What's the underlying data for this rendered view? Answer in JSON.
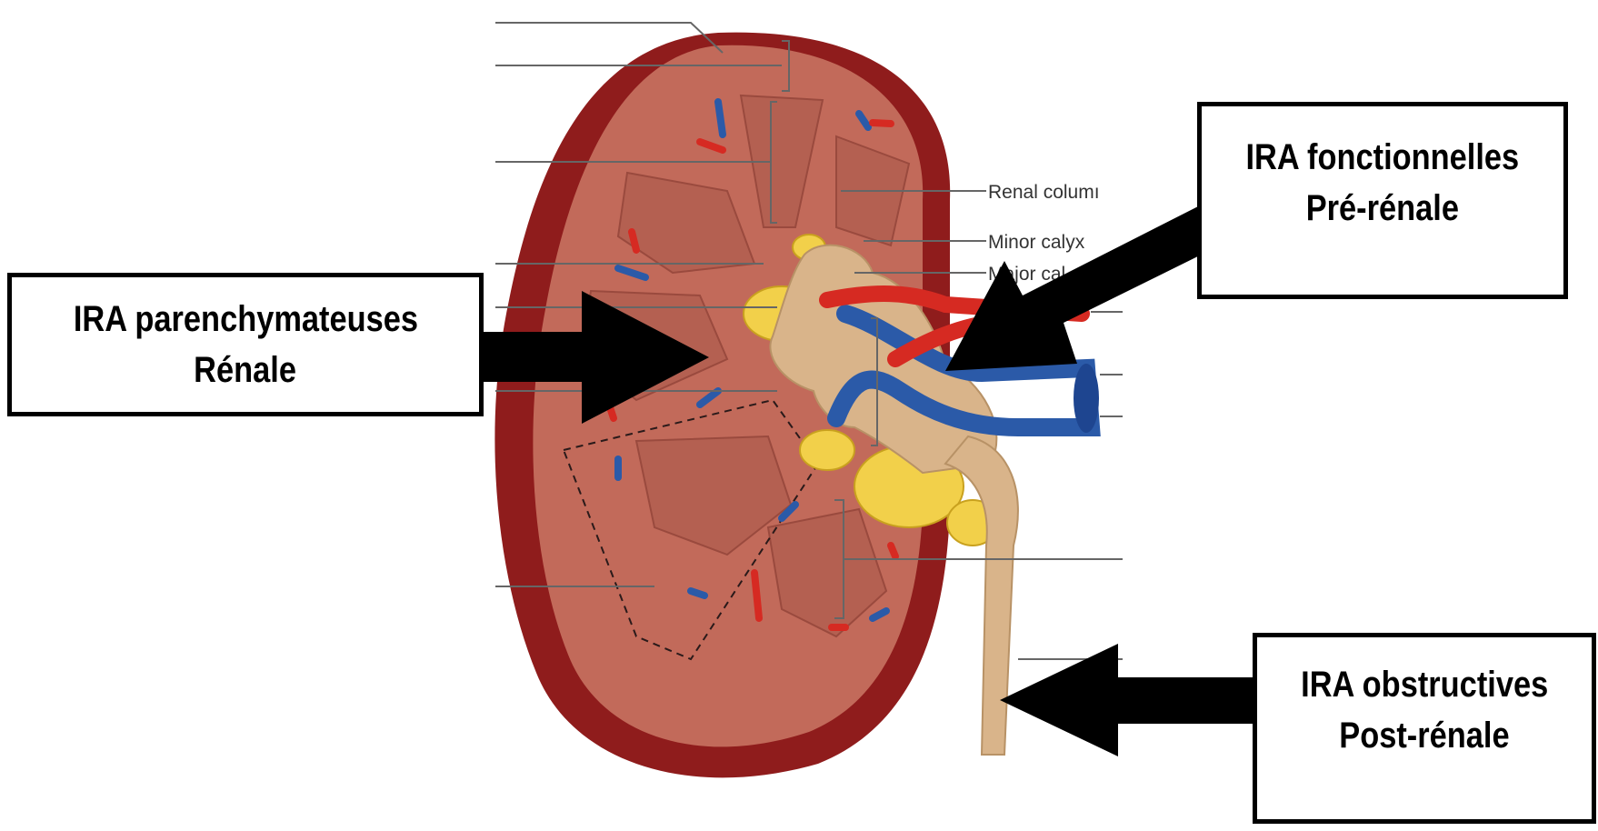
{
  "callouts": {
    "renal": {
      "line1": "IRA parenchymateuses",
      "line2": "Rénale"
    },
    "prerenal": {
      "line1": "IRA fonctionnelles",
      "line2": "Pré-rénale"
    },
    "postrenal": {
      "line1": "IRA obstructives",
      "line2": "Post-rénale"
    }
  },
  "anatomy_labels": {
    "renal_column": "Renal columı",
    "minor_calyx": "Minor calyx",
    "major_calyx": "Major cal"
  },
  "colors": {
    "capsule": "#8f1c1c",
    "cortex": "#c26a5a",
    "pyramid": "#b46051",
    "pelvis": "#d9b48a",
    "fat": "#f2d04a",
    "artery": "#d62a22",
    "vein": "#2b5aa8",
    "arrow": "#000000"
  }
}
